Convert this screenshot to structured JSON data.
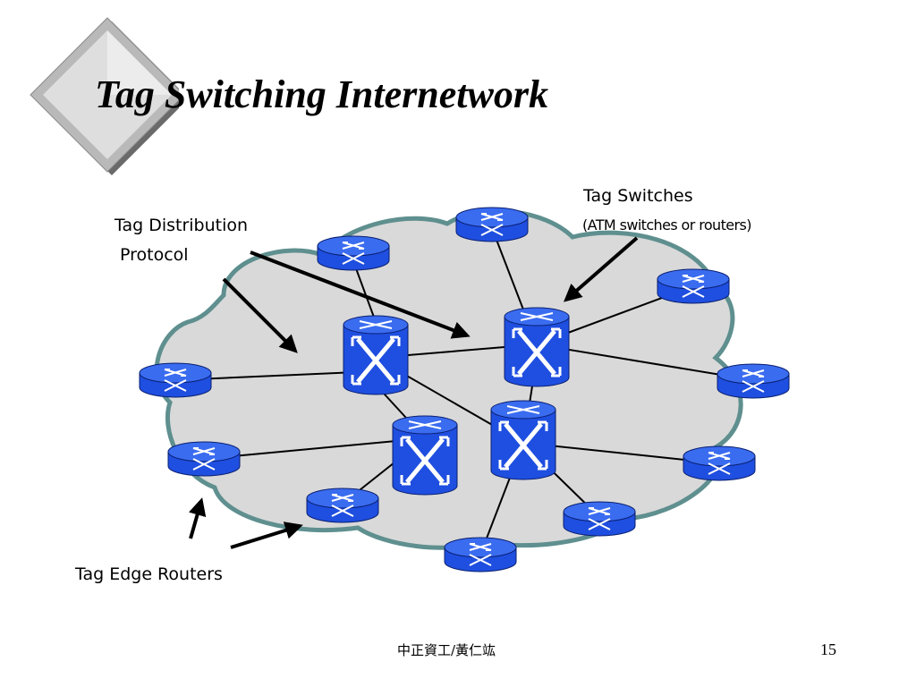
{
  "slide": {
    "title": "Tag Switching Internetwork",
    "footer": "中正資工/黃仁竑",
    "page_number": "15"
  },
  "labels": {
    "tag_distribution_line1": "Tag Distribution",
    "tag_distribution_line2": "Protocol",
    "tag_switches_line1": "Tag Switches",
    "tag_switches_line2": "(ATM switches or routers)",
    "tag_edge_routers": "Tag Edge Routers"
  },
  "colors": {
    "device_blue": "#1f4fe0",
    "cloud_fill": "#d9d9d9",
    "cloud_border": "#5f8f8f"
  },
  "icons": {
    "core_switch": "atm-switch-icon",
    "edge_router": "router-icon"
  }
}
